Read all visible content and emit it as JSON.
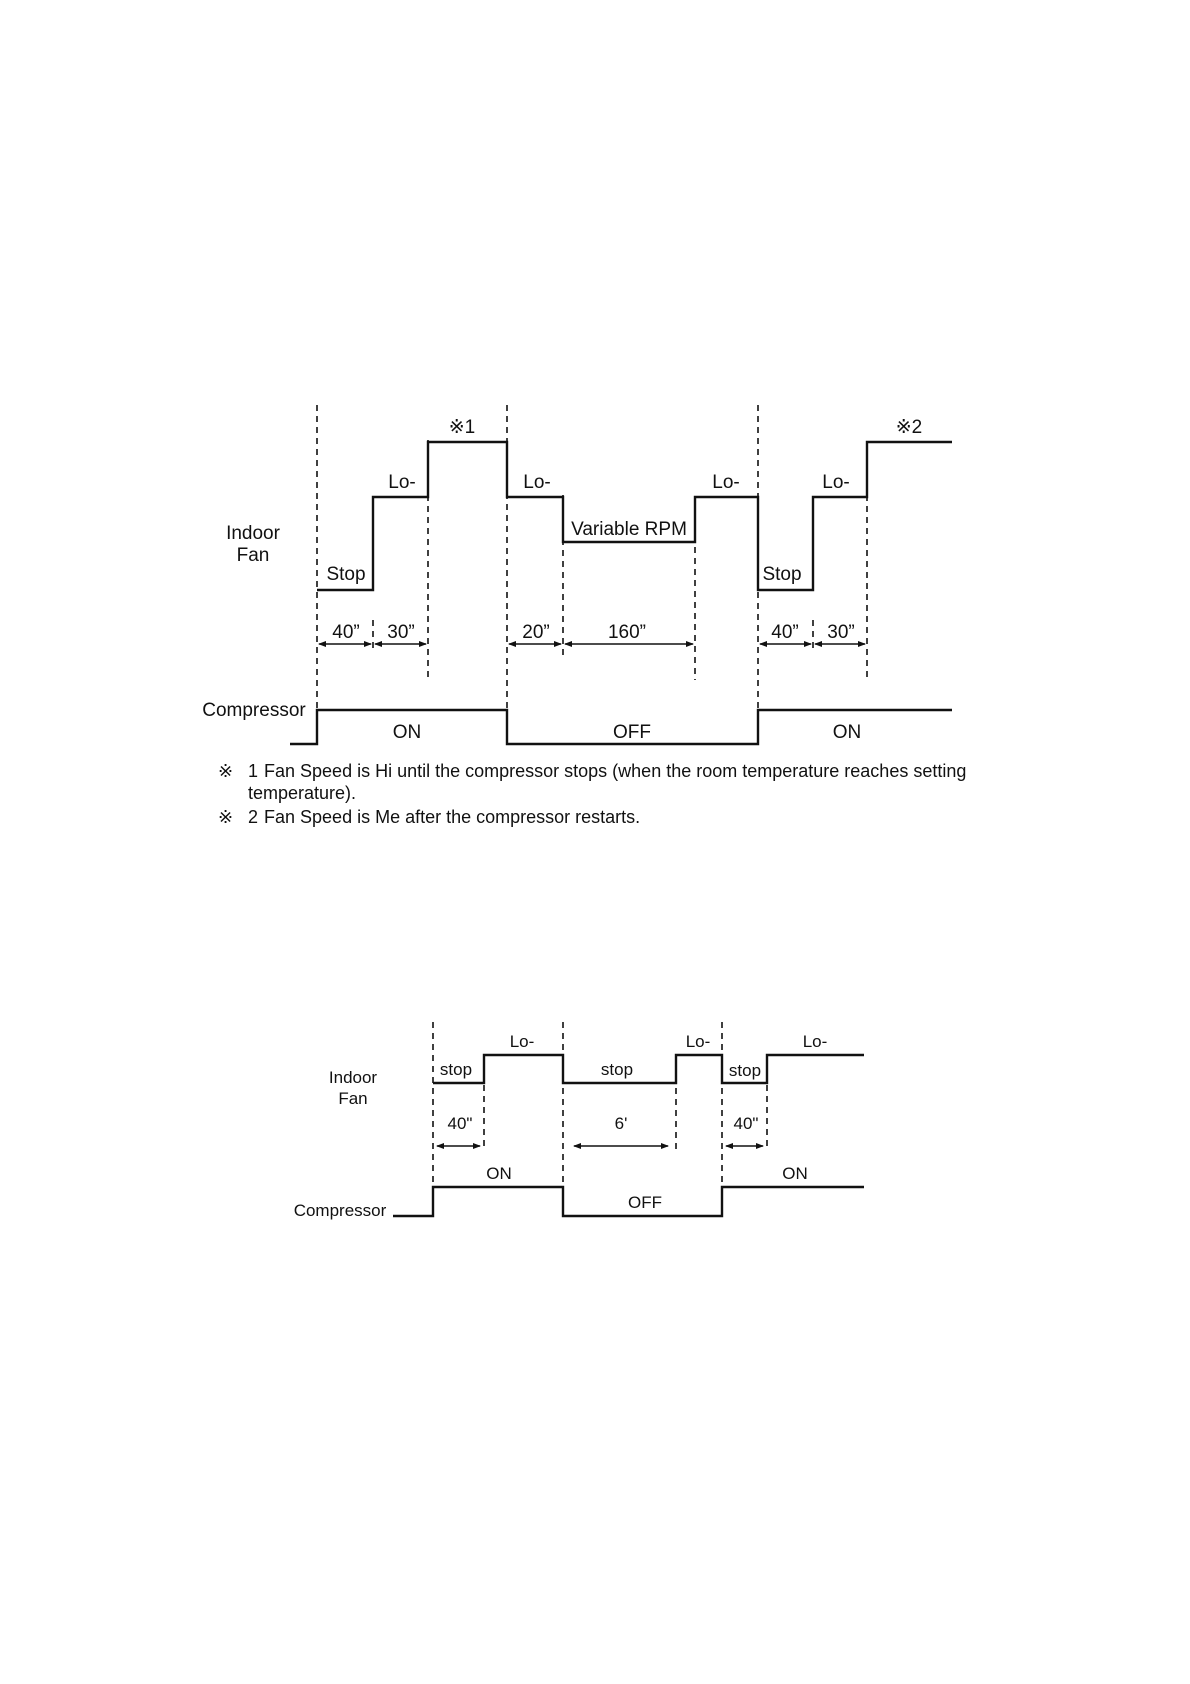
{
  "diagram1": {
    "row_labels": {
      "indoor": "Indoor",
      "fan": "Fan",
      "compressor": "Compressor"
    },
    "fan_labels": {
      "stop_1": "Stop",
      "lo_1": "Lo-",
      "mark_1": "※1",
      "lo_2": "Lo-",
      "variable": "Variable RPM",
      "lo_3": "Lo-",
      "stop_2": "Stop",
      "lo_4": "Lo-",
      "mark_2": "※2"
    },
    "intervals": [
      "40”",
      "30”",
      "20”",
      "160”",
      "40”",
      "30”"
    ],
    "compressor_states": [
      "ON",
      "OFF",
      "ON"
    ],
    "notes": [
      {
        "mark": "※",
        "number": "1",
        "text": "Fan Speed is Hi until the compressor stops (when the room temperature reaches setting temperature)."
      },
      {
        "mark": "※",
        "number": "2",
        "text": "Fan Speed is Me after the compressor restarts."
      }
    ]
  },
  "diagram2": {
    "row_labels": {
      "indoor": "Indoor",
      "fan": "Fan",
      "compressor": "Compressor"
    },
    "fan_labels": {
      "stop_1": "stop",
      "lo_1": "Lo-",
      "stop_2": "stop",
      "lo_2": "Lo-",
      "stop_3": "stop",
      "lo_3": "Lo-"
    },
    "intervals": [
      "40\"",
      "6'",
      "40\""
    ],
    "compressor_states": [
      "ON",
      "OFF",
      "ON"
    ]
  }
}
